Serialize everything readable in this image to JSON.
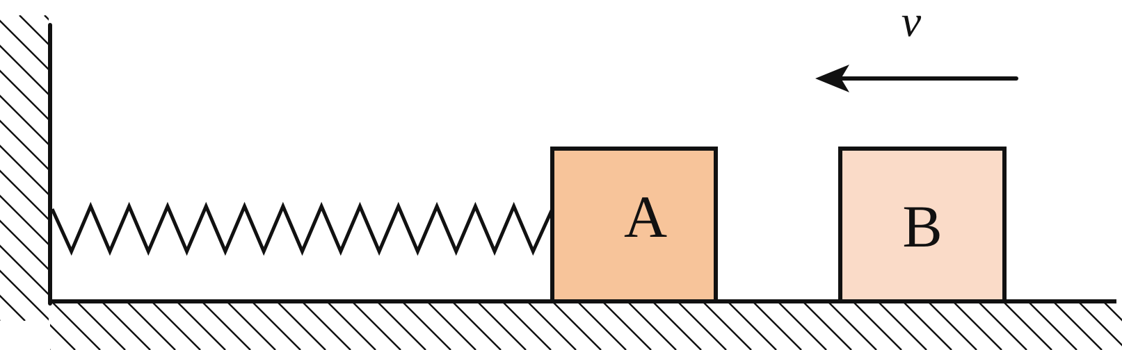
{
  "diagram": {
    "velocity_label": "v",
    "blocks": [
      {
        "id": "a",
        "label": "A",
        "fill": "#F7C49A"
      },
      {
        "id": "b",
        "label": "B",
        "fill": "#FADBC8"
      }
    ],
    "stroke_color": "#111111",
    "spring": {
      "peaks": 13
    },
    "arrow_direction": "left"
  }
}
